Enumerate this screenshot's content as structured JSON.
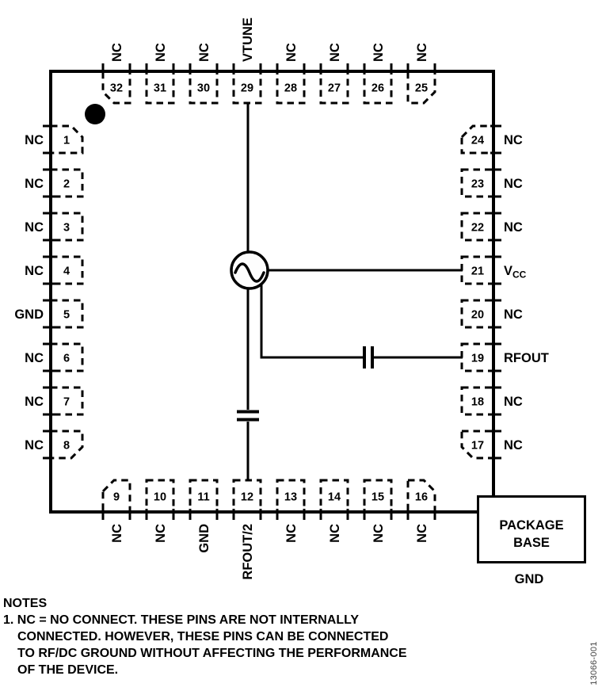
{
  "figure_number": "13066-001",
  "colors": {
    "ink": "#000000",
    "background": "#ffffff",
    "figure_number_ink": "#444444"
  },
  "package_base": {
    "line1": "PACKAGE",
    "line2": "BASE",
    "ground_label": "GND"
  },
  "notes": {
    "title": "NOTES",
    "lines": [
      "1. NC = NO CONNECT. THESE PINS ARE NOT INTERNALLY",
      "CONNECTED. HOWEVER, THESE PINS CAN BE CONNECTED",
      "TO RF/DC GROUND WITHOUT AFFECTING THE PERFORMANCE",
      "OF THE DEVICE."
    ]
  },
  "pins": {
    "left": [
      {
        "number": "1",
        "label": "NC"
      },
      {
        "number": "2",
        "label": "NC"
      },
      {
        "number": "3",
        "label": "NC"
      },
      {
        "number": "4",
        "label": "NC"
      },
      {
        "number": "5",
        "label": "GND"
      },
      {
        "number": "6",
        "label": "NC"
      },
      {
        "number": "7",
        "label": "NC"
      },
      {
        "number": "8",
        "label": "NC"
      }
    ],
    "top": [
      {
        "number": "32",
        "label": "NC"
      },
      {
        "number": "31",
        "label": "NC"
      },
      {
        "number": "30",
        "label": "NC"
      },
      {
        "number": "29",
        "label": "VTUNE"
      },
      {
        "number": "28",
        "label": "NC"
      },
      {
        "number": "27",
        "label": "NC"
      },
      {
        "number": "26",
        "label": "NC"
      },
      {
        "number": "25",
        "label": "NC"
      }
    ],
    "right": [
      {
        "number": "24",
        "label": "NC"
      },
      {
        "number": "23",
        "label": "NC"
      },
      {
        "number": "22",
        "label": "NC"
      },
      {
        "number": "21",
        "label": "V",
        "label_sub": "CC"
      },
      {
        "number": "20",
        "label": "NC"
      },
      {
        "number": "19",
        "label": "RFOUT"
      },
      {
        "number": "18",
        "label": "NC"
      },
      {
        "number": "17",
        "label": "NC"
      }
    ],
    "bottom": [
      {
        "number": "9",
        "label": "NC"
      },
      {
        "number": "10",
        "label": "NC"
      },
      {
        "number": "11",
        "label": "GND"
      },
      {
        "number": "12",
        "label": "RFOUT/2"
      },
      {
        "number": "13",
        "label": "NC"
      },
      {
        "number": "14",
        "label": "NC"
      },
      {
        "number": "15",
        "label": "NC"
      },
      {
        "number": "16",
        "label": "NC"
      }
    ]
  }
}
